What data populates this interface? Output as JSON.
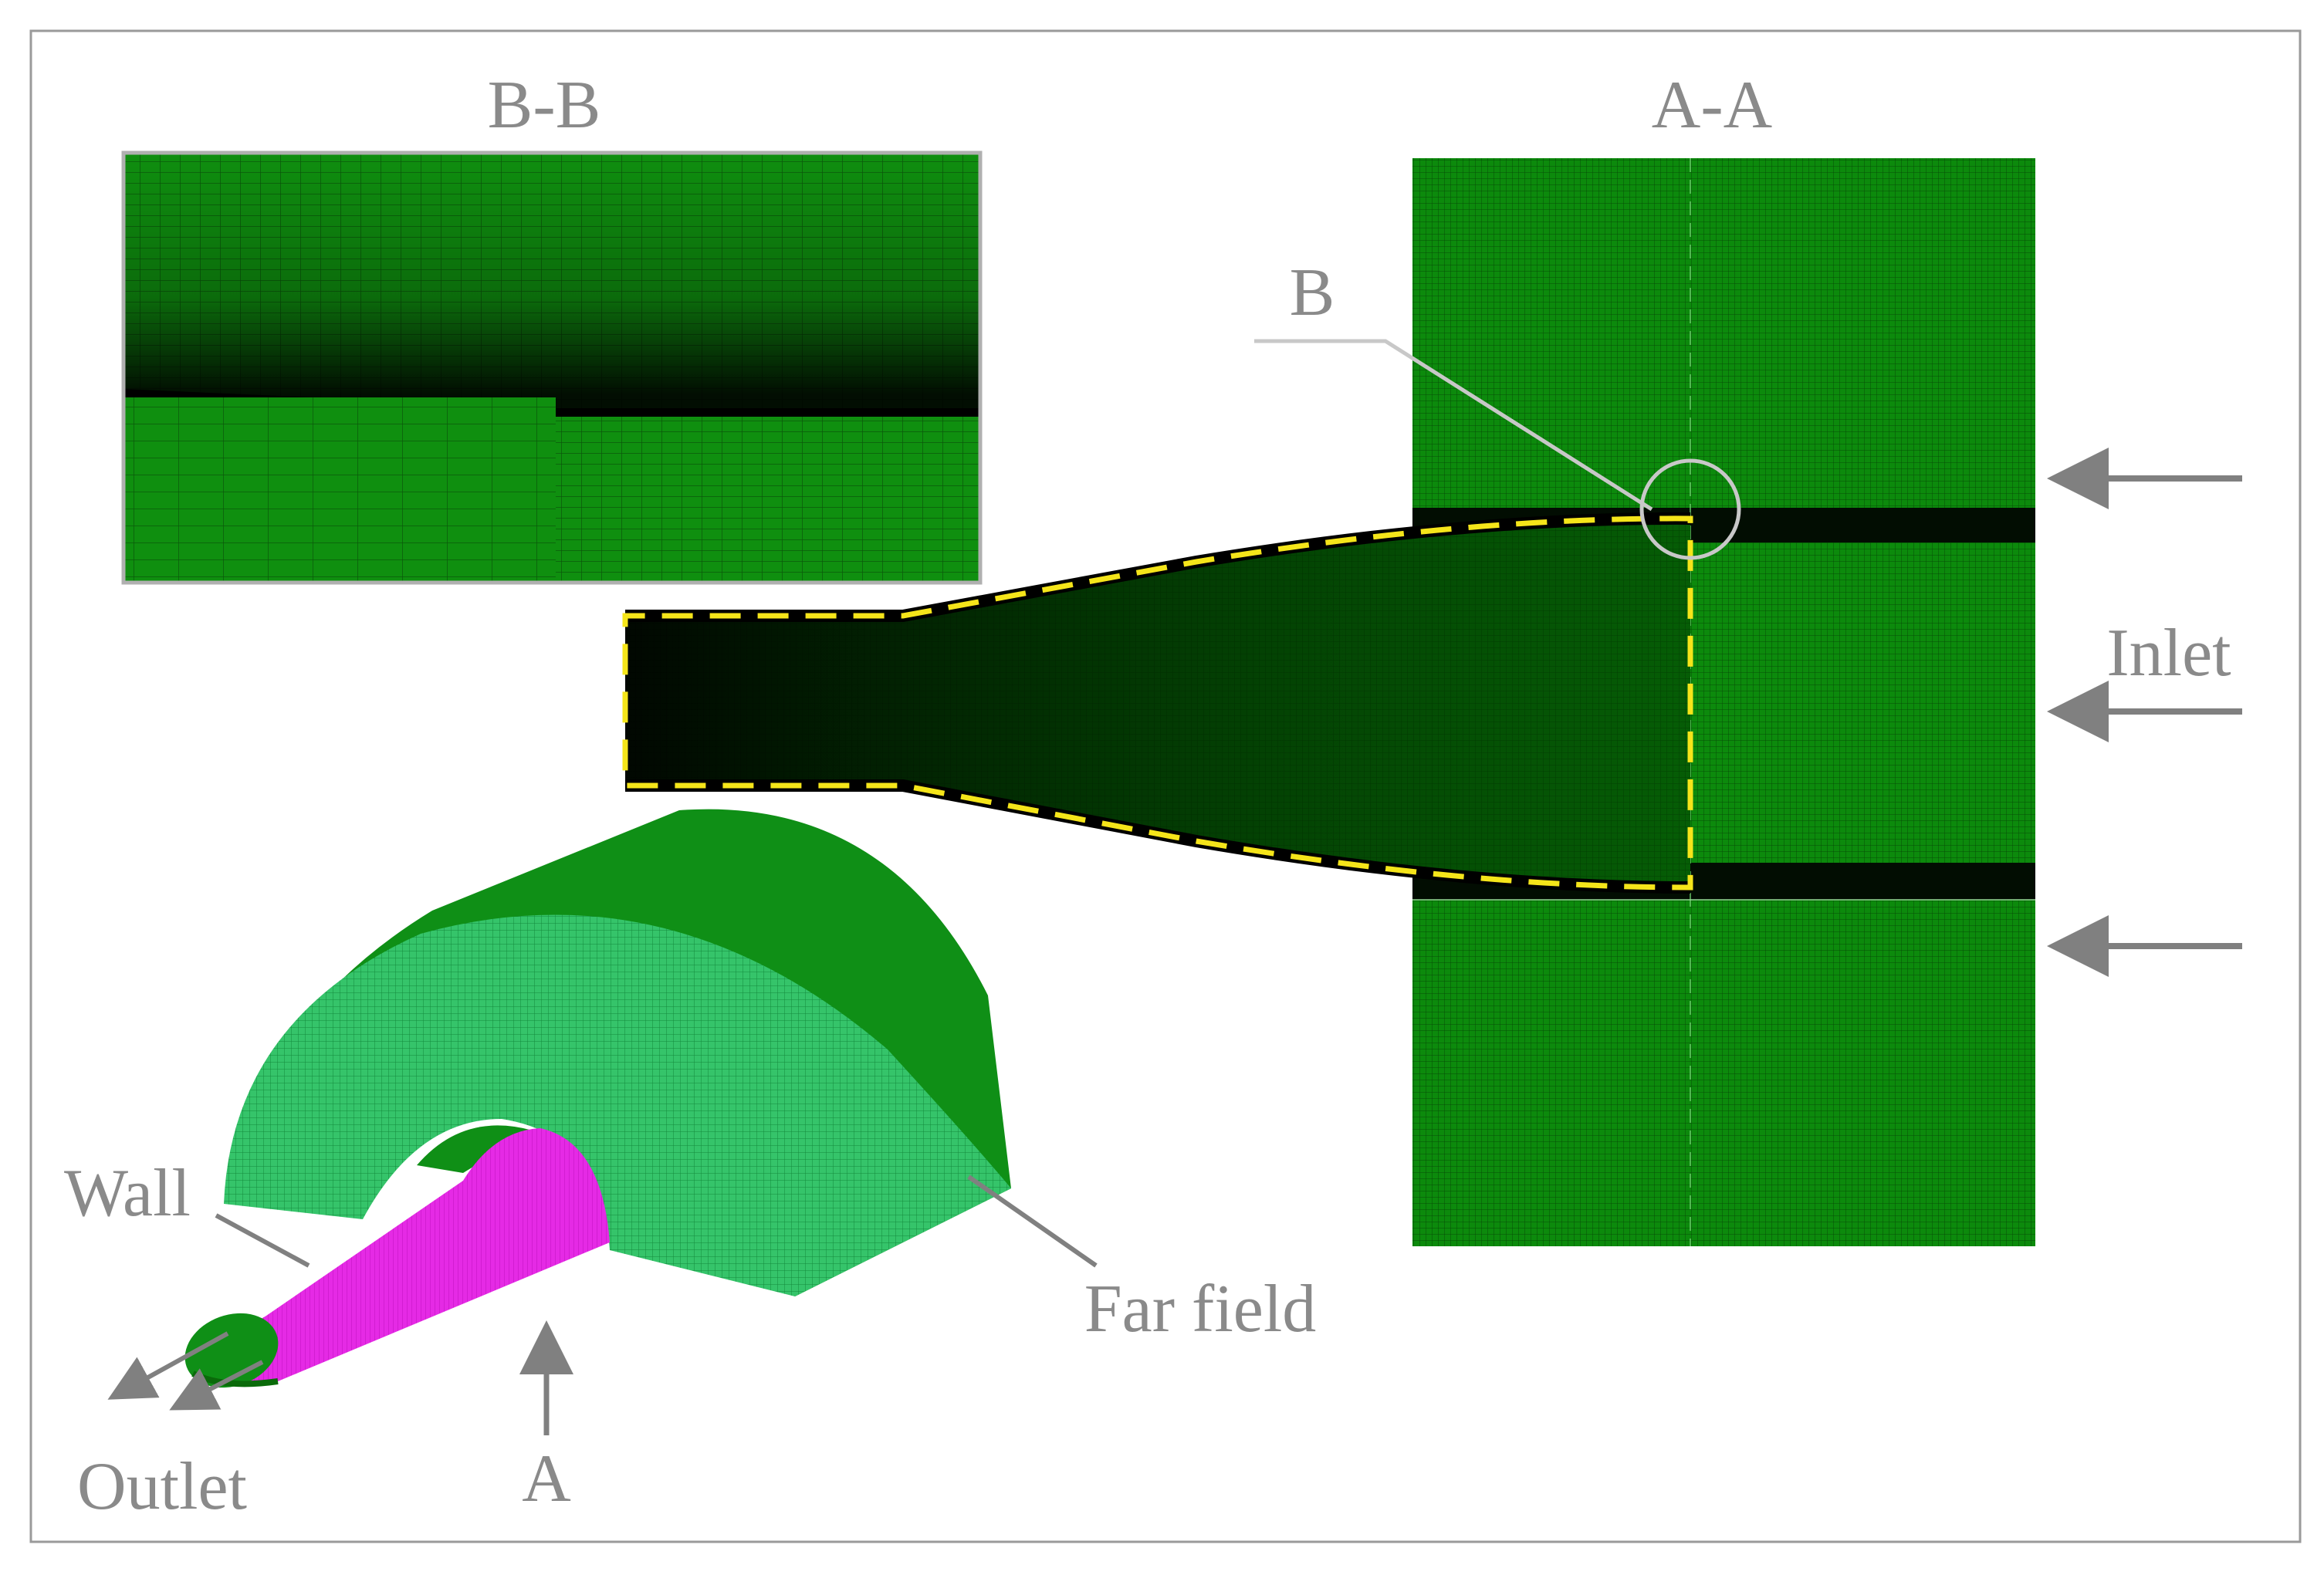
{
  "labels": {
    "section_bb": "B-B",
    "section_aa": "A-A",
    "detail_b": "B",
    "inlet": "Inlet",
    "wall": "Wall",
    "outlet": "Outlet",
    "far_field": "Far field",
    "section_a": "A"
  },
  "colors": {
    "mesh_green": "#0b8a0b",
    "mesh_light_green": "#1fae55",
    "nozzle_wall": "#e31ee3",
    "dashed_boundary": "#f5e51a",
    "annotation_gray": "#8a8a8a",
    "frame": "#9a9a9a",
    "background": "#ffffff"
  }
}
